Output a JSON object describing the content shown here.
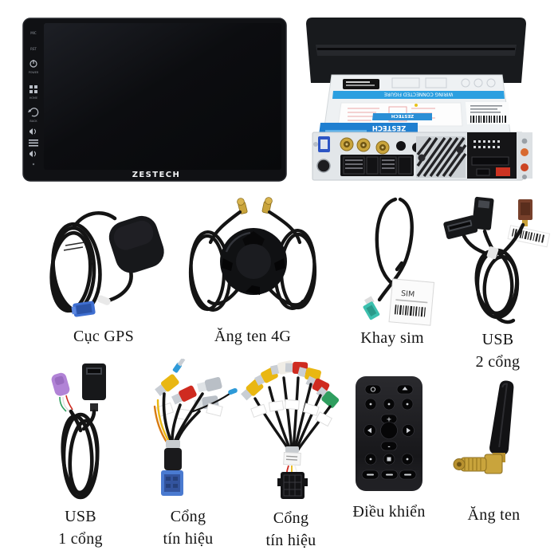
{
  "page": {
    "background": "#ffffff",
    "description": "ZESTECH car head unit product kit collage"
  },
  "brand": {
    "name": "ZESTECH",
    "accent_blue": "#2b8fd6"
  },
  "head_unit_front": {
    "logo": "ZESTECH",
    "side_labels": {
      "mic": "MIC",
      "rst": "RST",
      "power": "POWER",
      "home": "HOME",
      "back": "BACK",
      "vol_up": "VOL+",
      "vol_down": "VOL-"
    }
  },
  "head_unit_rear": {
    "wiring_label": "WIRING CONNECTED FIGURE",
    "brand_label_small": "ZESTECH",
    "brand_label_large": "ZESTECH"
  },
  "items": {
    "gps": {
      "caption": "Cục GPS"
    },
    "antenna_4g": {
      "caption": "Ăng ten 4G"
    },
    "sim_tray": {
      "caption": "Khay sim",
      "box_text": "SIM"
    },
    "usb_2": {
      "caption_line1": "USB",
      "caption_line2": "2 cổng"
    },
    "usb_1": {
      "caption_line1": "USB",
      "caption_line2": "1 cổng"
    },
    "signal_1": {
      "caption_line1": "Cổng",
      "caption_line2": "tín hiệu"
    },
    "signal_2": {
      "caption_line1": "Cổng",
      "caption_line2": "tín hiệu"
    },
    "remote": {
      "caption": "Điều khiển",
      "dpad_up": "+",
      "dpad_down": "-",
      "buttons": [
        "power",
        "eject",
        "shortcut",
        "display",
        "settings",
        "volume-up",
        "seek-prev",
        "ok",
        "seek-next",
        "volume-down",
        "mute",
        "stop",
        "music",
        "nav",
        "band",
        "dvd"
      ]
    },
    "antenna": {
      "caption": "Ăng ten"
    }
  },
  "colors": {
    "rca_yellow": "#e9b712",
    "rca_red": "#cf2b20",
    "rca_green": "#2f9e5f",
    "rca_white": "#f0ede6",
    "connector_blue": "#3f6fd1",
    "connector_teal": "#3cc0ae",
    "connector_purple": "#b183d6",
    "connector_brown": "#77402b",
    "gold": "#c9a43c",
    "cable_black": "#141414"
  }
}
